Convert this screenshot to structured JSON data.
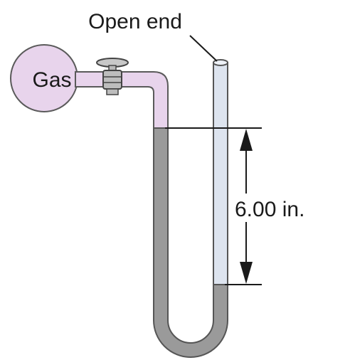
{
  "labels": {
    "gas": "Gas",
    "open_end": "Open end",
    "height": "6.00 in."
  },
  "colors": {
    "gas": "#e8d4ec",
    "gas_outline": "#5a5a5a",
    "liquid": "#9a9a9a",
    "tube_outline": "#555555",
    "open_tube_fill": "#dde4ef",
    "valve": "#c8c8c8"
  }
}
